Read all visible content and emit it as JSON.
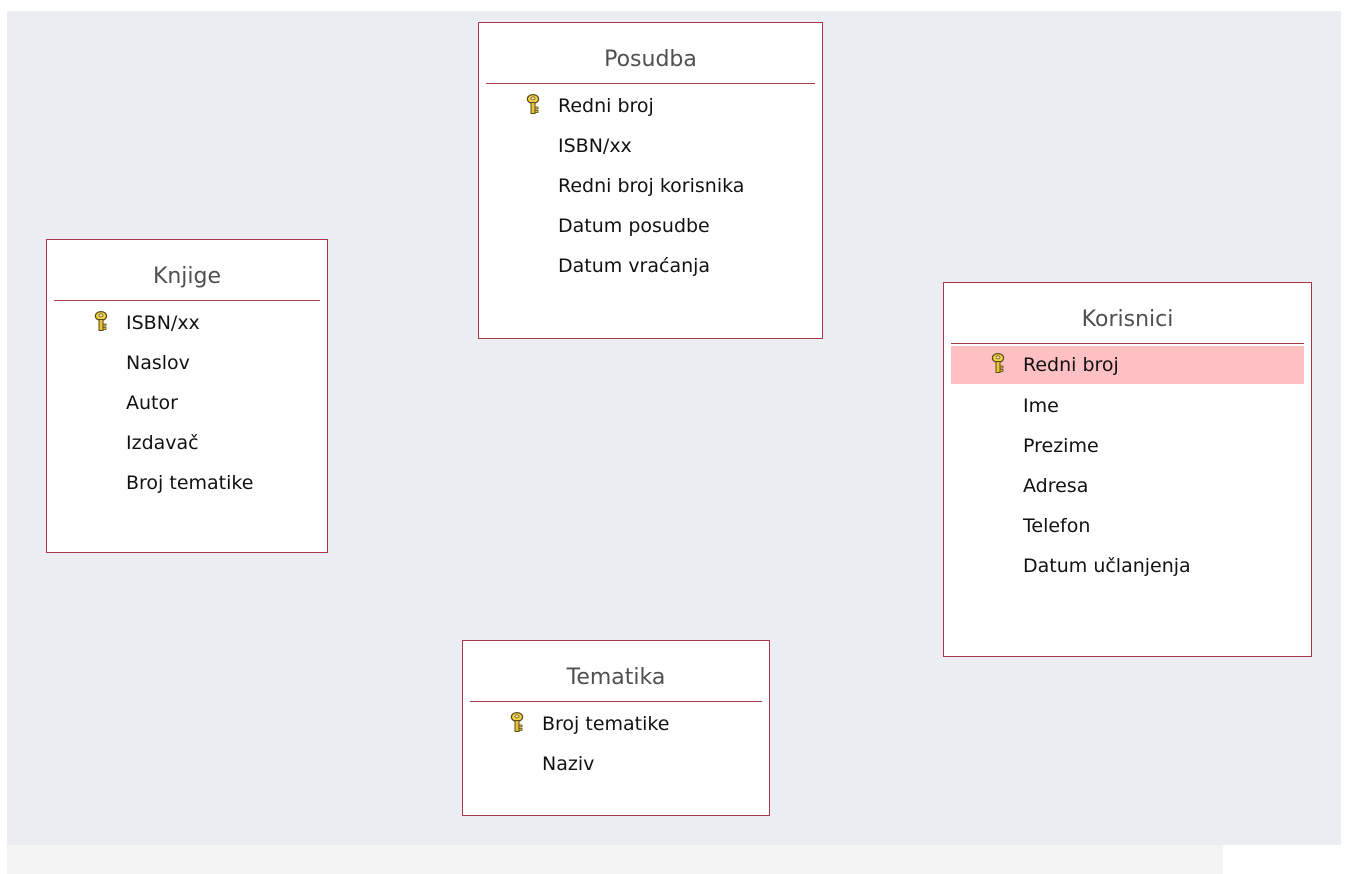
{
  "tables": {
    "posudba": {
      "title": "Posudba",
      "fields": [
        "Redni broj",
        "ISBN/xx",
        "Redni broj korisnika",
        "Datum posudbe",
        "Datum vraćanja"
      ]
    },
    "knjige": {
      "title": "Knjige",
      "fields": [
        "ISBN/xx",
        "Naslov",
        "Autor",
        "Izdavač",
        "Broj tematike"
      ]
    },
    "korisnici": {
      "title": "Korisnici",
      "fields": [
        "Redni broj",
        "Ime",
        "Prezime",
        "Adresa",
        "Telefon",
        "Datum učlanjenja"
      ]
    },
    "tematika": {
      "title": "Tematika",
      "fields": [
        "Broj tematike",
        "Naziv"
      ]
    }
  },
  "icons": {
    "primary_key": "key-icon"
  },
  "colors": {
    "canvas_bg": "#eaedf1",
    "table_border": "#a8384a",
    "selected_row": "#ffc0c4"
  }
}
